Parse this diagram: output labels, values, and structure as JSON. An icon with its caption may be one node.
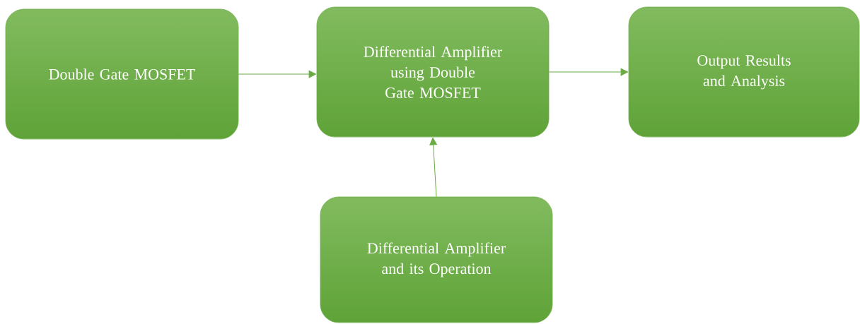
{
  "diagram": {
    "nodes": [
      {
        "text": [
          "Double Gate MOSFET"
        ]
      },
      {
        "text": [
          "Differential Amplifier using Double Gate MOSFET"
        ]
      },
      {
        "text": [
          "Output Results and Analysis"
        ]
      },
      {
        "text": [
          "Differential Amplifier and its Operation"
        ]
      }
    ],
    "edges": [
      {
        "from": 0,
        "to": 1,
        "arrow": "to"
      },
      {
        "from": 1,
        "to": 2,
        "arrow": "to"
      },
      {
        "from": 3,
        "to": 1,
        "arrow": "to"
      }
    ]
  }
}
